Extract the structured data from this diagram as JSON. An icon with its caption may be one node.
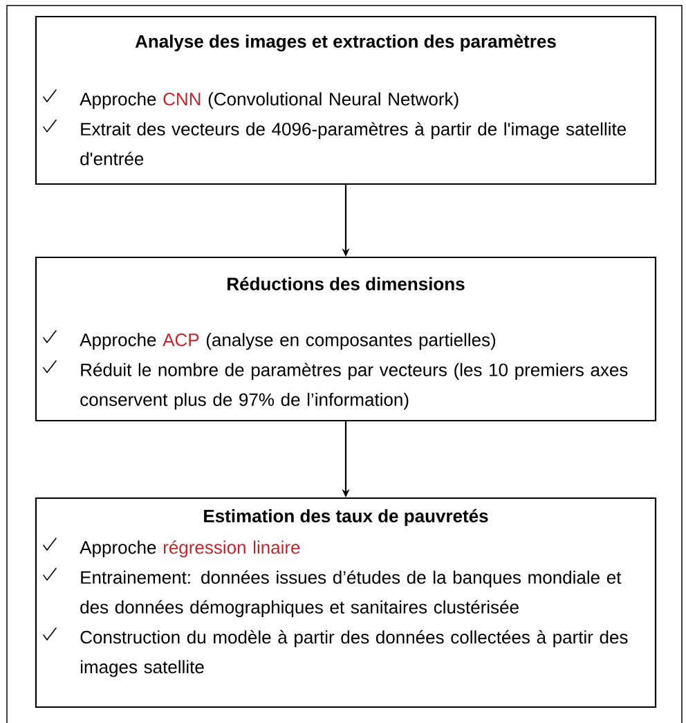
{
  "diagram": {
    "nodes": [
      {
        "text": [
          "Analyse des images et extraction des paramètres",
          "Approche",
          "CNN",
          "(Convolutional Neural Network)",
          "Extrait des vecteurs de 4096-paramètres à partir de l'image satellite d'entrée"
        ]
      },
      {
        "text": [
          "Réductions des dimensions",
          "Approche",
          "ACP",
          "(analyse en composantes partielles)",
          "Réduit le nombre de paramètres par vecteurs (les 10 premiers axes conservent plus de 97% de l’information)"
        ]
      },
      {
        "text": [
          "Estimation des taux de pauvretés",
          "Approche",
          "régression linaire",
          "Entrainement: données issues d’études de la banques mondiale et des données démographiques et sanitaires clustérisée",
          "Construction du modèle à partir des données collectées à partir des images satellite"
        ]
      }
    ],
    "edges": [
      {
        "from": 0,
        "to": 1,
        "arrow": "to"
      },
      {
        "from": 1,
        "to": 2,
        "arrow": "to"
      }
    ]
  }
}
